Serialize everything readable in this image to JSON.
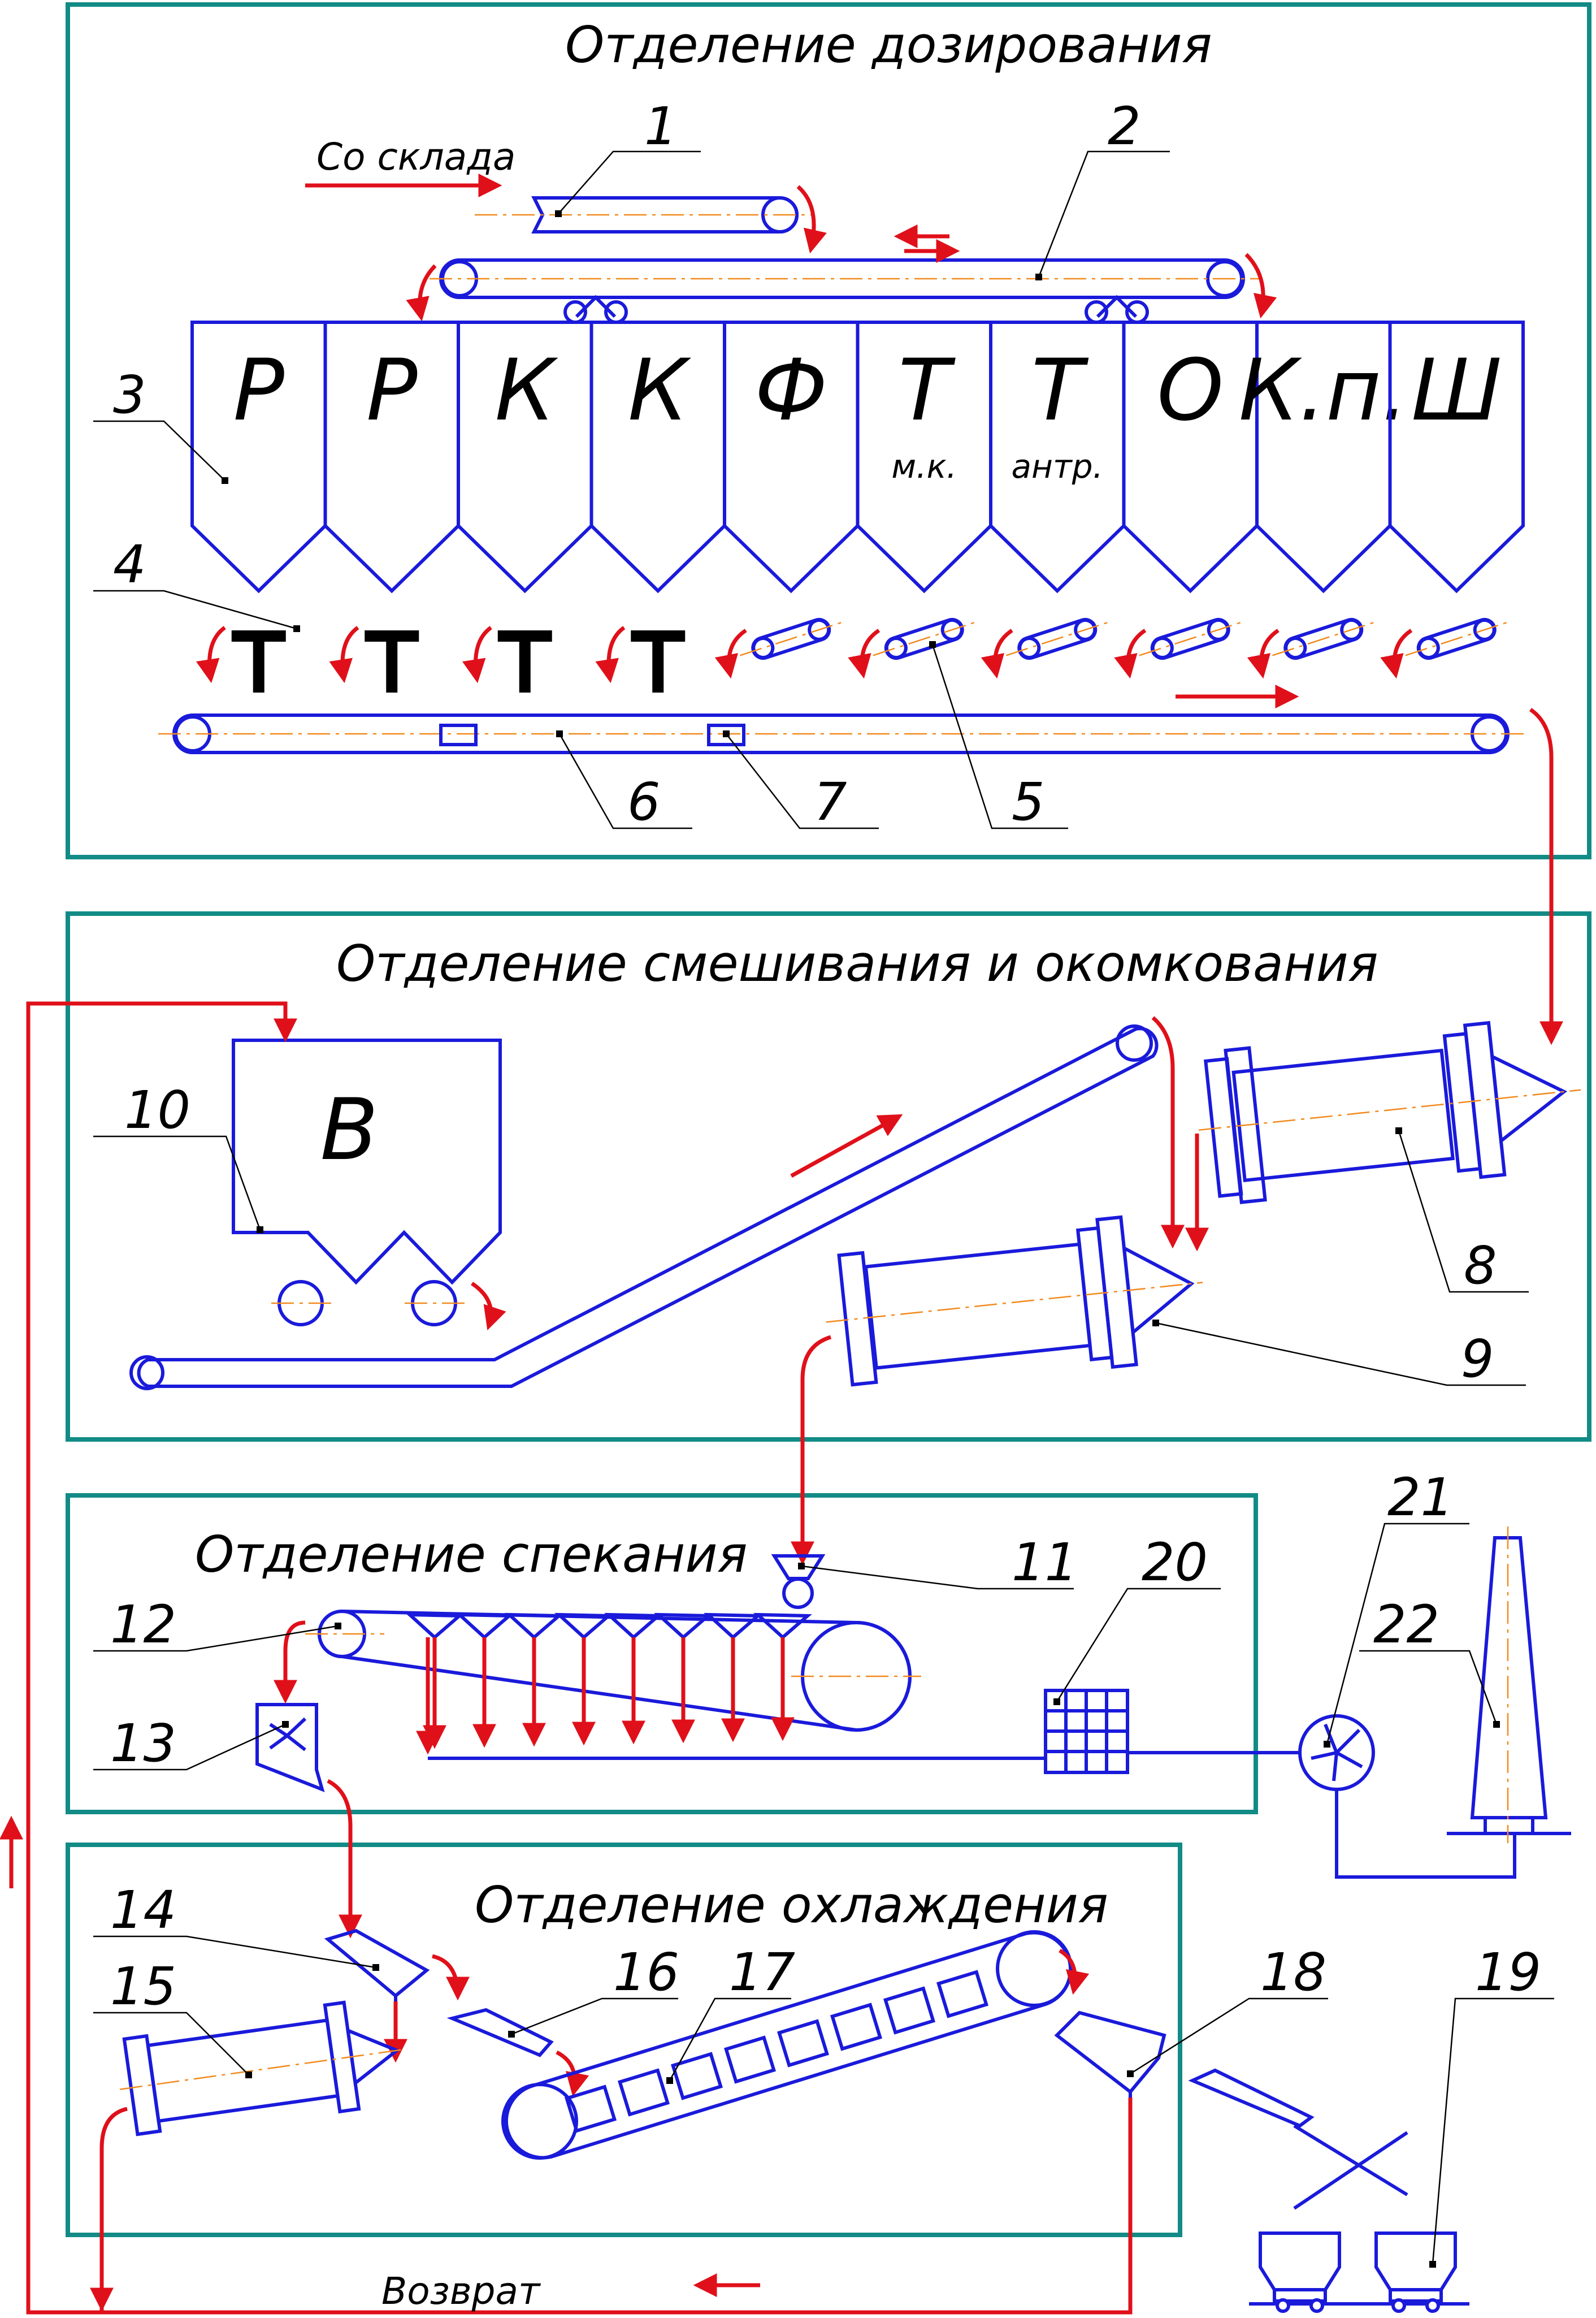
{
  "sections": {
    "dosing": "Отделение дозирования",
    "mixing": "Отделение смешивания и окомкования",
    "sintering": "Отделение спекания",
    "cooling": "Отделение охлаждения"
  },
  "flows": {
    "from_storage": "Со склада",
    "return": "Возврат"
  },
  "bins": [
    {
      "letter": "Р",
      "sub": ""
    },
    {
      "letter": "Р",
      "sub": ""
    },
    {
      "letter": "К",
      "sub": ""
    },
    {
      "letter": "К",
      "sub": ""
    },
    {
      "letter": "Ф",
      "sub": ""
    },
    {
      "letter": "Т",
      "sub": "м.к."
    },
    {
      "letter": "Т",
      "sub": "антр."
    },
    {
      "letter": "О",
      "sub": ""
    },
    {
      "letter": "К.п.",
      "sub": ""
    },
    {
      "letter": "Ш",
      "sub": ""
    }
  ],
  "bin_10_letter": "В",
  "callouts": [
    "1",
    "2",
    "3",
    "4",
    "5",
    "6",
    "7",
    "8",
    "9",
    "10",
    "11",
    "12",
    "13",
    "14",
    "15",
    "16",
    "17",
    "18",
    "19",
    "20",
    "21",
    "22"
  ],
  "colors": {
    "equipment": "#1a1adb",
    "material_flow": "#e0101a",
    "section_frame": "#128b86",
    "axis_lines": "#f28a1e"
  }
}
